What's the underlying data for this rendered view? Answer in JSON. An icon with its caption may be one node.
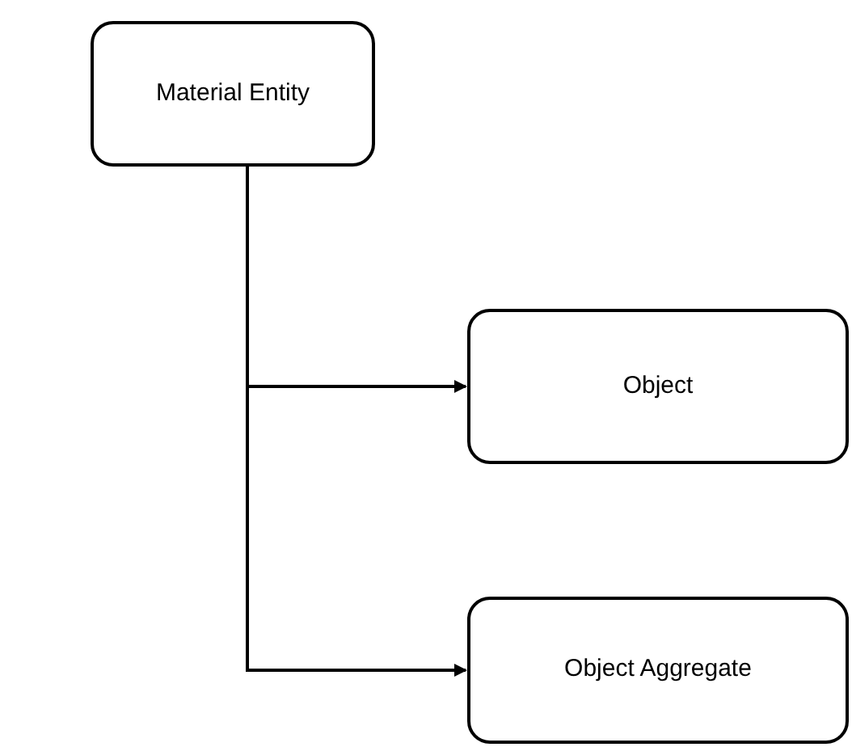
{
  "diagram": {
    "nodes": [
      {
        "text": [
          "Material Entity"
        ]
      },
      {
        "text": [
          "Object"
        ]
      },
      {
        "text": [
          "Object Aggregate"
        ]
      }
    ],
    "edges": [
      {
        "from": 0,
        "to": 1,
        "arrow": "to"
      },
      {
        "from": 0,
        "to": 2,
        "arrow": "to"
      }
    ]
  }
}
